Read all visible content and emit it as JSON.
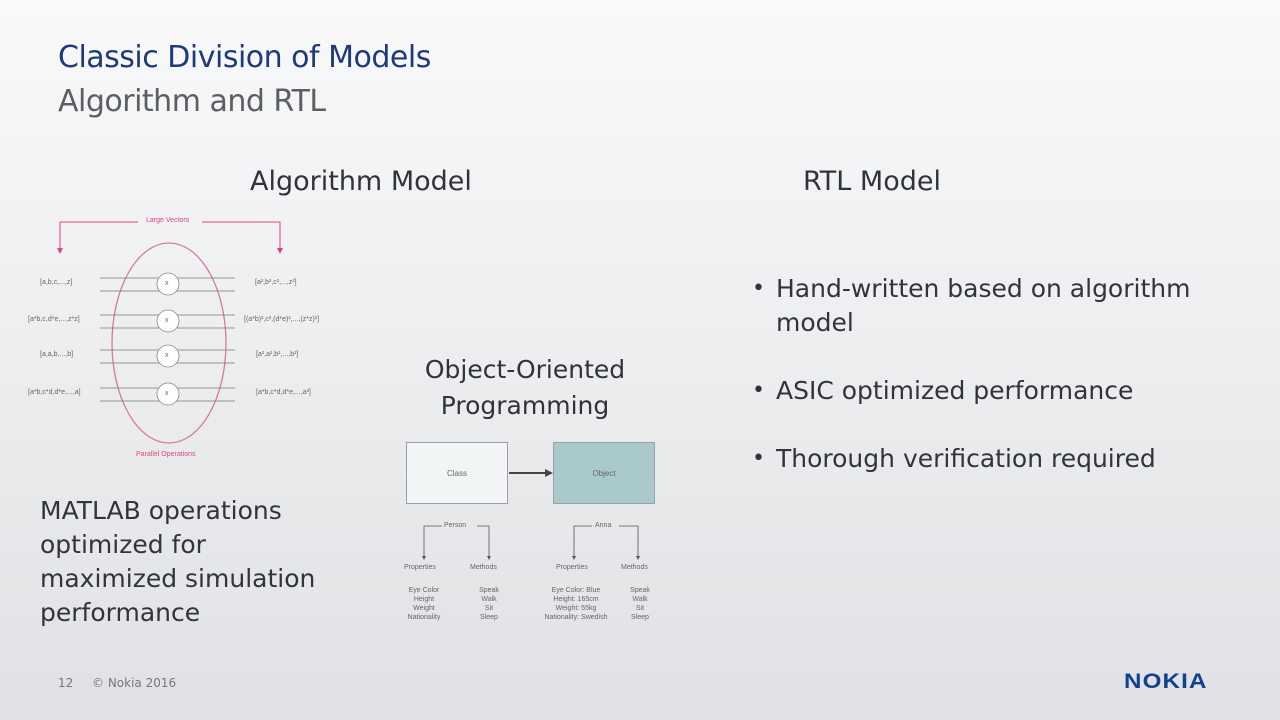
{
  "slide": {
    "title": "Classic Division of Models",
    "subtitle": "Algorithm and RTL",
    "page_number": "12",
    "copyright": "© Nokia 2016",
    "logo": "NOKIA",
    "colors": {
      "title": "#1e3a7a",
      "accent_pink": "#e0457a",
      "logo_blue": "#124191",
      "object_box": "#a9c9cc"
    }
  },
  "algorithm": {
    "heading": "Algorithm Model",
    "description": "MATLAB operations optimized for maximized simulation performance",
    "diagram": {
      "top_label": "Large Vectors",
      "bottom_label": "Parallel Operations",
      "operator_symbol": "x",
      "inputs": [
        "[a,b,c,...,z]",
        "[a*b,c,d*e,...,z*z]",
        "[a,a,b,...,b]",
        "[a*b,c*d,d*e,...,a]"
      ],
      "outputs": [
        "[a²,b²,c²,...,z²]",
        "[(a*b)²,c²,(d*e)²,...,(z*z)²]",
        "[a²,a²,b²,...,b²]",
        "[a*b,c*d,d*e,...,a²]"
      ]
    }
  },
  "oop": {
    "heading_line1": "Object-Oriented",
    "heading_line2": "Programming",
    "class_label": "Class",
    "object_label": "Object",
    "class_side": {
      "name": "Person",
      "properties_label": "Properties",
      "methods_label": "Methods",
      "properties": [
        "Eye Color",
        "Height",
        "Weight",
        "Nationality"
      ],
      "methods": [
        "Speak",
        "Walk",
        "Sit",
        "Sleep"
      ]
    },
    "object_side": {
      "name": "Anna",
      "properties_label": "Properties",
      "methods_label": "Methods",
      "properties": [
        "Eye Color: Blue",
        "Height: 165cm",
        "Weight: 55kg",
        "Nationality: Swedish"
      ],
      "methods": [
        "Speak",
        "Walk",
        "Sit",
        "Sleep"
      ]
    }
  },
  "rtl": {
    "heading": "RTL Model",
    "bullets": [
      "Hand-written based on algorithm model",
      "ASIC optimized performance",
      "Thorough verification required"
    ]
  }
}
